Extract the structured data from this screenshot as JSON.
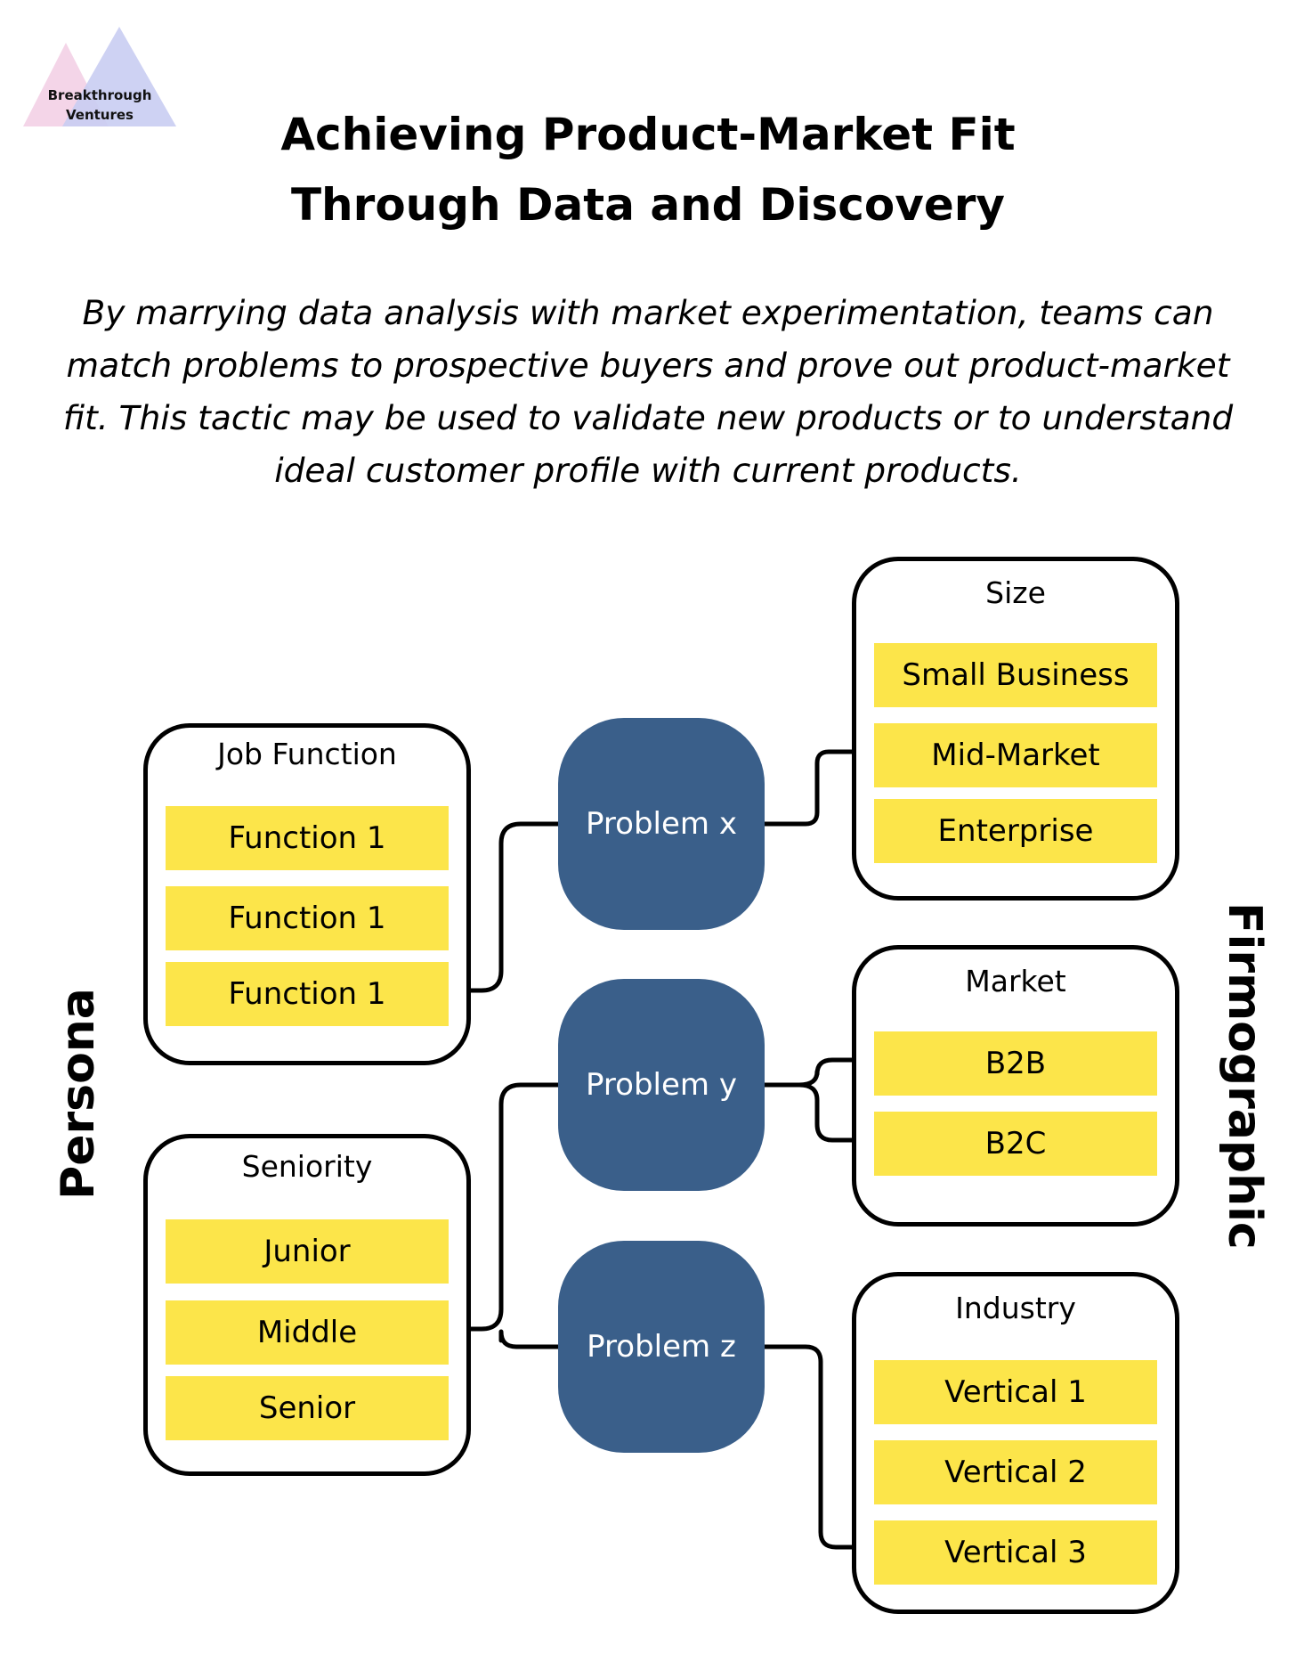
{
  "logo": {
    "line1": "Breakthrough",
    "line2": "Ventures",
    "colors": {
      "left": "#F3D3E7",
      "right": "#C9CDF2"
    }
  },
  "title": {
    "line1": "Achieving Product-Market Fit",
    "line2": "Through Data and Discovery"
  },
  "intro": "By marrying data analysis with market experimentation, teams can match problems to prospective buyers and prove out product-market fit.  This tactic may be used to validate new products or to understand ideal customer profile with current products.",
  "side_labels": {
    "left": "Persona",
    "right": "Firmographic"
  },
  "persona": {
    "job_function": {
      "title": "Job Function",
      "items": [
        "Function 1",
        "Function 1",
        "Function 1"
      ]
    },
    "seniority": {
      "title": "Seniority",
      "items": [
        "Junior",
        "Middle",
        "Senior"
      ]
    }
  },
  "problems": [
    "Problem x",
    "Problem y",
    "Problem z"
  ],
  "firmographic": {
    "size": {
      "title": "Size",
      "items": [
        "Small Business",
        "Mid-Market",
        "Enterprise"
      ]
    },
    "market": {
      "title": "Market",
      "items": [
        "B2B",
        "B2C"
      ]
    },
    "industry": {
      "title": "Industry",
      "items": [
        "Vertical 1",
        "Vertical 2",
        "Vertical 3"
      ]
    }
  },
  "colors": {
    "item_fill": "#FCE54A",
    "problem_fill": "#3A5F8A",
    "problem_text": "#FFFFFF",
    "outline": "#000000"
  },
  "connections": [
    {
      "from": "Problem x",
      "to": "Mid-Market"
    },
    {
      "from": "Problem x",
      "to": "Function 1 (3rd)"
    },
    {
      "from": "Problem y",
      "to": "B2B"
    },
    {
      "from": "Problem y",
      "to": "B2C"
    },
    {
      "from": "Problem y",
      "to": "Middle"
    },
    {
      "from": "Problem z",
      "to": "Middle"
    },
    {
      "from": "Problem z",
      "to": "Vertical 3"
    }
  ]
}
